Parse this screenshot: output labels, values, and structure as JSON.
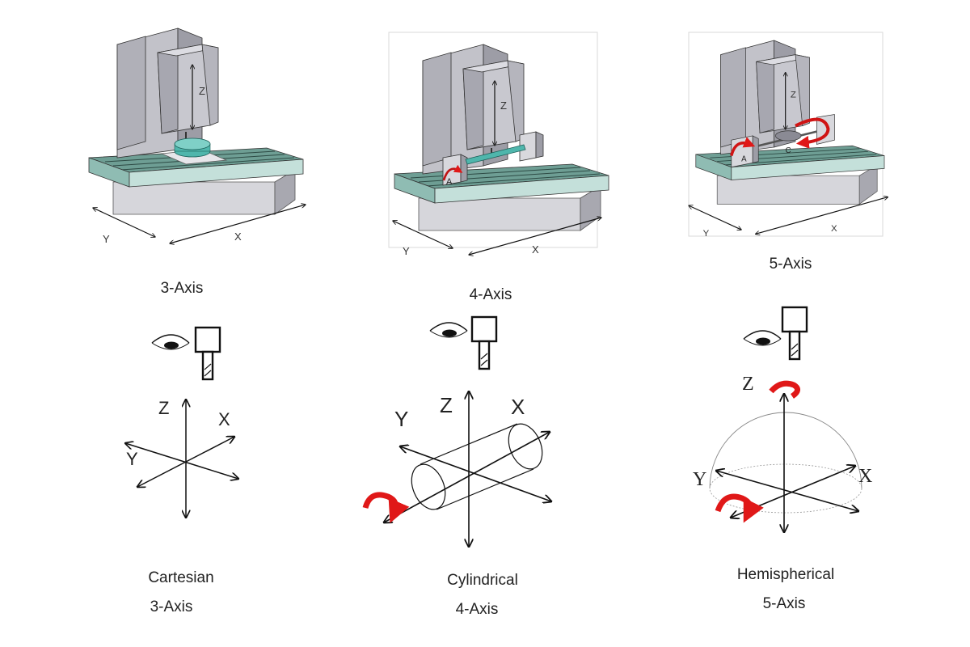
{
  "colors": {
    "column_front": "#c2c2c9",
    "column_side": "#9d9da6",
    "column_top": "#dcdce2",
    "table_top": "#6e9e94",
    "table_front": "#c4e0da",
    "base": "#d6d6db",
    "base_side": "#a8a8b0",
    "workpiece": "#4fb6ac",
    "rotation_arrow": "#e01818",
    "line": "#111111"
  },
  "machines": [
    {
      "id": "three-axis",
      "caption": "3-Axis",
      "axis_labels": {
        "z": "Z",
        "y": "Y",
        "x": "X"
      }
    },
    {
      "id": "four-axis",
      "caption": "4-Axis",
      "axis_labels": {
        "z": "Z",
        "y": "Y",
        "x": "X",
        "rot": "A"
      }
    },
    {
      "id": "five-axis",
      "caption": "5-Axis",
      "axis_labels": {
        "z": "Z",
        "y": "Y",
        "x": "X",
        "rot_a": "A",
        "rot_c": "C"
      }
    }
  ],
  "coordinate_systems": [
    {
      "id": "cartesian",
      "name": "Cartesian",
      "axes_count": "3-Axis",
      "axis_labels": {
        "z": "Z",
        "x": "X",
        "y": "Y"
      }
    },
    {
      "id": "cylindrical",
      "name": "Cylindrical",
      "axes_count": "4-Axis",
      "axis_labels": {
        "z": "Z",
        "x": "X",
        "y": "Y"
      }
    },
    {
      "id": "hemispherical",
      "name": "Hemispherical",
      "axes_count": "5-Axis",
      "axis_labels": {
        "z": "Z",
        "x": "X",
        "y": "Y"
      }
    }
  ]
}
